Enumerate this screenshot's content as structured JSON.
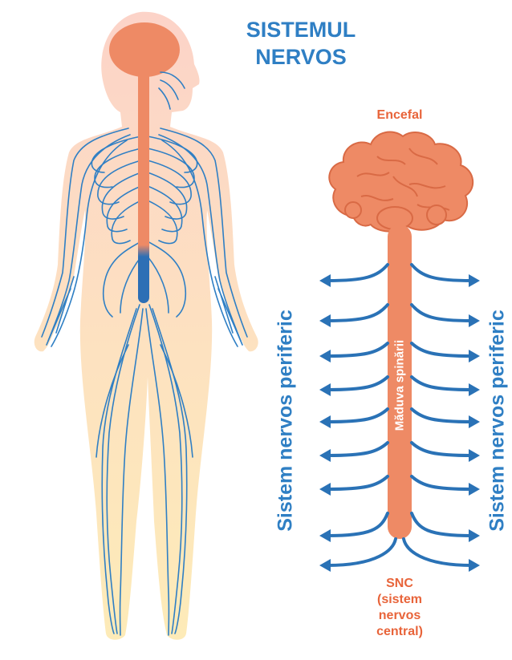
{
  "title": {
    "line1": "SISTEMUL",
    "line2": "NERVOS"
  },
  "labels": {
    "brain": "Encefal",
    "spinal_cord": "Măduva spinării",
    "peripheral_left": "Sistem nervos periferic",
    "peripheral_right": "Sistem nervos periferic",
    "cns_line1": "SNC",
    "cns_line2": "(sistem",
    "cns_line3": "nervos",
    "cns_line4": "central)"
  },
  "colors": {
    "nerve_blue": "#2f7fc4",
    "brain_orange": "#ee8a65",
    "label_orange": "#e8643a",
    "skin_top": "#fcd5c8",
    "skin_bottom": "#fde8b5"
  }
}
